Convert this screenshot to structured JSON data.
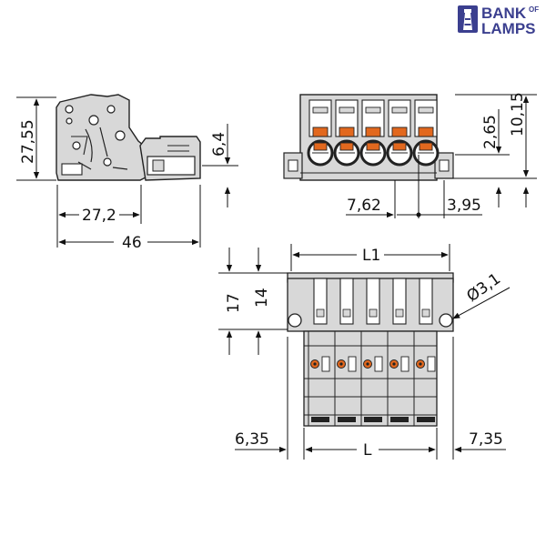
{
  "logo": {
    "line1": "BANK",
    "of": "OF",
    "line2": "LAMPS",
    "color": "#3b3f8f"
  },
  "colors": {
    "body": "#d8d8d8",
    "outline": "#222222",
    "orange": "#e2681e",
    "line": "#111111"
  },
  "dimensions": {
    "side_height": "27,55",
    "side_depth": "27,2",
    "side_length": "46",
    "side_offset": "6,4",
    "front_pitch": "7,62",
    "front_offset": "3,95",
    "front_small": "2,65",
    "front_total": "10,15",
    "top_l1": "L1",
    "top_17": "17",
    "top_14": "14",
    "top_hole": "Ø3,1",
    "bottom_left": "6,35",
    "bottom_l": "L",
    "bottom_right": "7,35"
  }
}
